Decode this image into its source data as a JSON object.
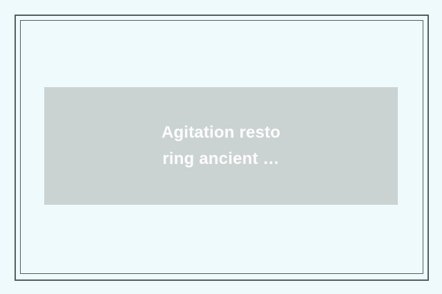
{
  "page": {
    "background_color": "#eefafb",
    "frame_border_color": "#505f5d"
  },
  "placeholder": {
    "background_color": "#cbd3d2",
    "text_color": "#fcfdfd",
    "text": "Agitation restoring ancient …",
    "lines": {
      "0": "Agitation resto",
      "1": "ring ancient …"
    }
  }
}
